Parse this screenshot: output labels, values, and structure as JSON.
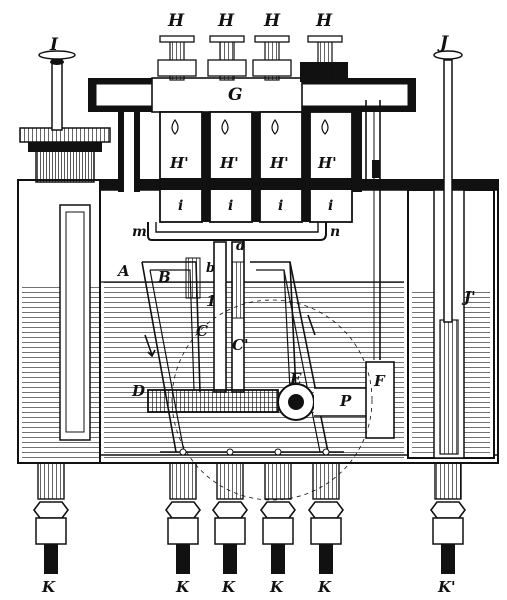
{
  "labels": {
    "I": "I",
    "H1": "H",
    "H2": "H",
    "H3": "H",
    "H4": "H",
    "J": "J",
    "G": "G",
    "Hp1": "H'",
    "Hp2": "H'",
    "Hp3": "H'",
    "Hp4": "H'",
    "i1": "i",
    "i2": "i",
    "i3": "i",
    "i4": "i",
    "m": "m",
    "n": "n",
    "d": "d",
    "b": "b",
    "A": "A",
    "B": "B",
    "one": "1",
    "C": "C",
    "Cp": "C'",
    "D": "D",
    "E": "E",
    "P": "P",
    "F": "F",
    "Jp": "J'",
    "K1": "K",
    "K2": "K",
    "K3": "K",
    "K4": "K",
    "K5": "K",
    "Kp": "K'"
  },
  "colors": {
    "ink": "#111111",
    "paper": "#ffffff"
  }
}
